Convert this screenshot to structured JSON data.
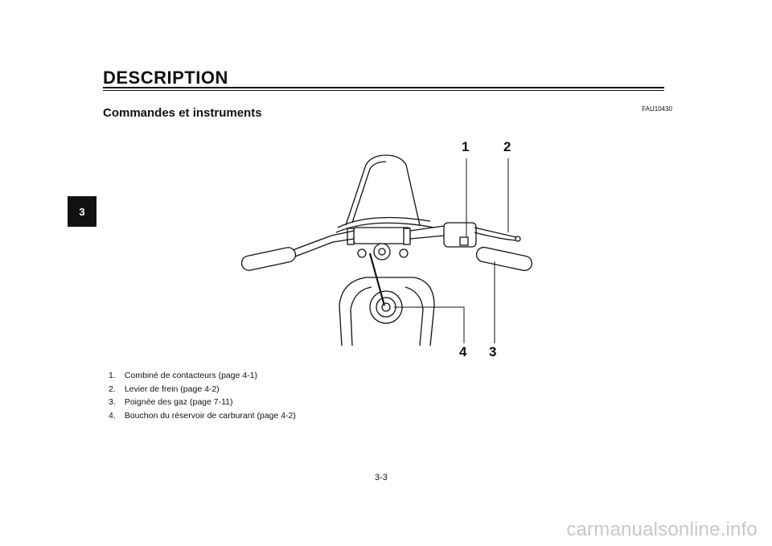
{
  "header": {
    "section_title": "DESCRIPTION",
    "doc_code": "FAU10430",
    "subsection_title": "Commandes et instruments"
  },
  "chapter_tab": "3",
  "figure": {
    "callouts": [
      "1",
      "2",
      "3",
      "4"
    ]
  },
  "legend": [
    {
      "num": "1.",
      "text": "Combiné de contacteurs (page 4-1)"
    },
    {
      "num": "2.",
      "text": "Levier de frein (page 4-2)"
    },
    {
      "num": "3.",
      "text": "Poignée des gaz (page 7-11)"
    },
    {
      "num": "4.",
      "text": "Bouchon du réservoir de carburant (page 4-2)"
    }
  ],
  "page_number": "3-3",
  "watermark": "carmanualsonline.info"
}
